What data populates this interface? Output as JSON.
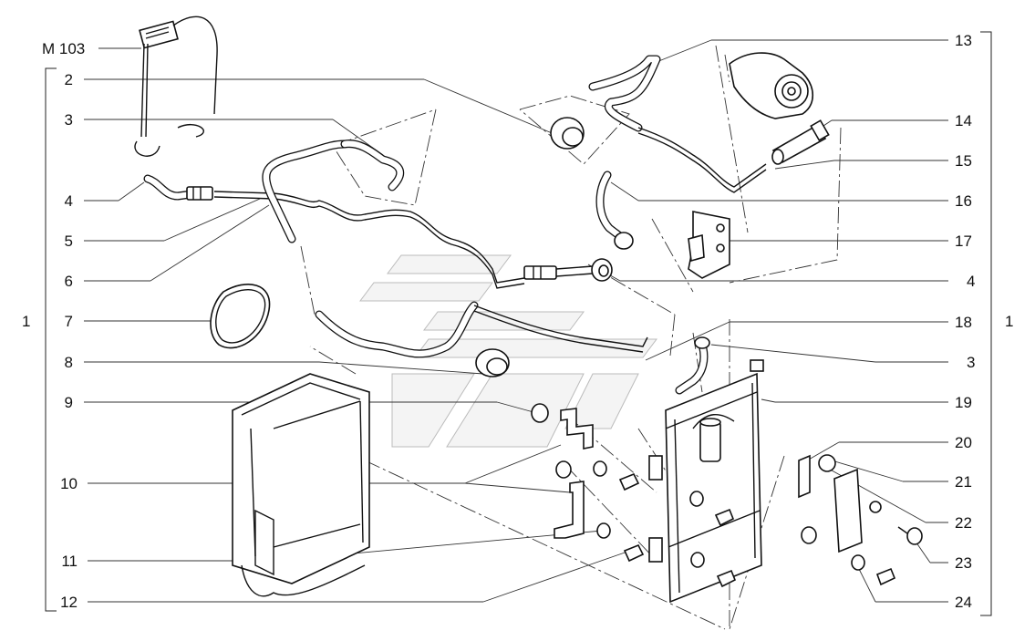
{
  "labels": {
    "m103": "M 103",
    "group_left": "1",
    "group_right": "1",
    "left": [
      "2",
      "3",
      "4",
      "5",
      "6",
      "7",
      "8",
      "9",
      "10",
      "11",
      "12"
    ],
    "right": [
      "13",
      "14",
      "15",
      "16",
      "17",
      "4",
      "18",
      "3",
      "19",
      "20",
      "21",
      "22",
      "23",
      "24"
    ]
  }
}
